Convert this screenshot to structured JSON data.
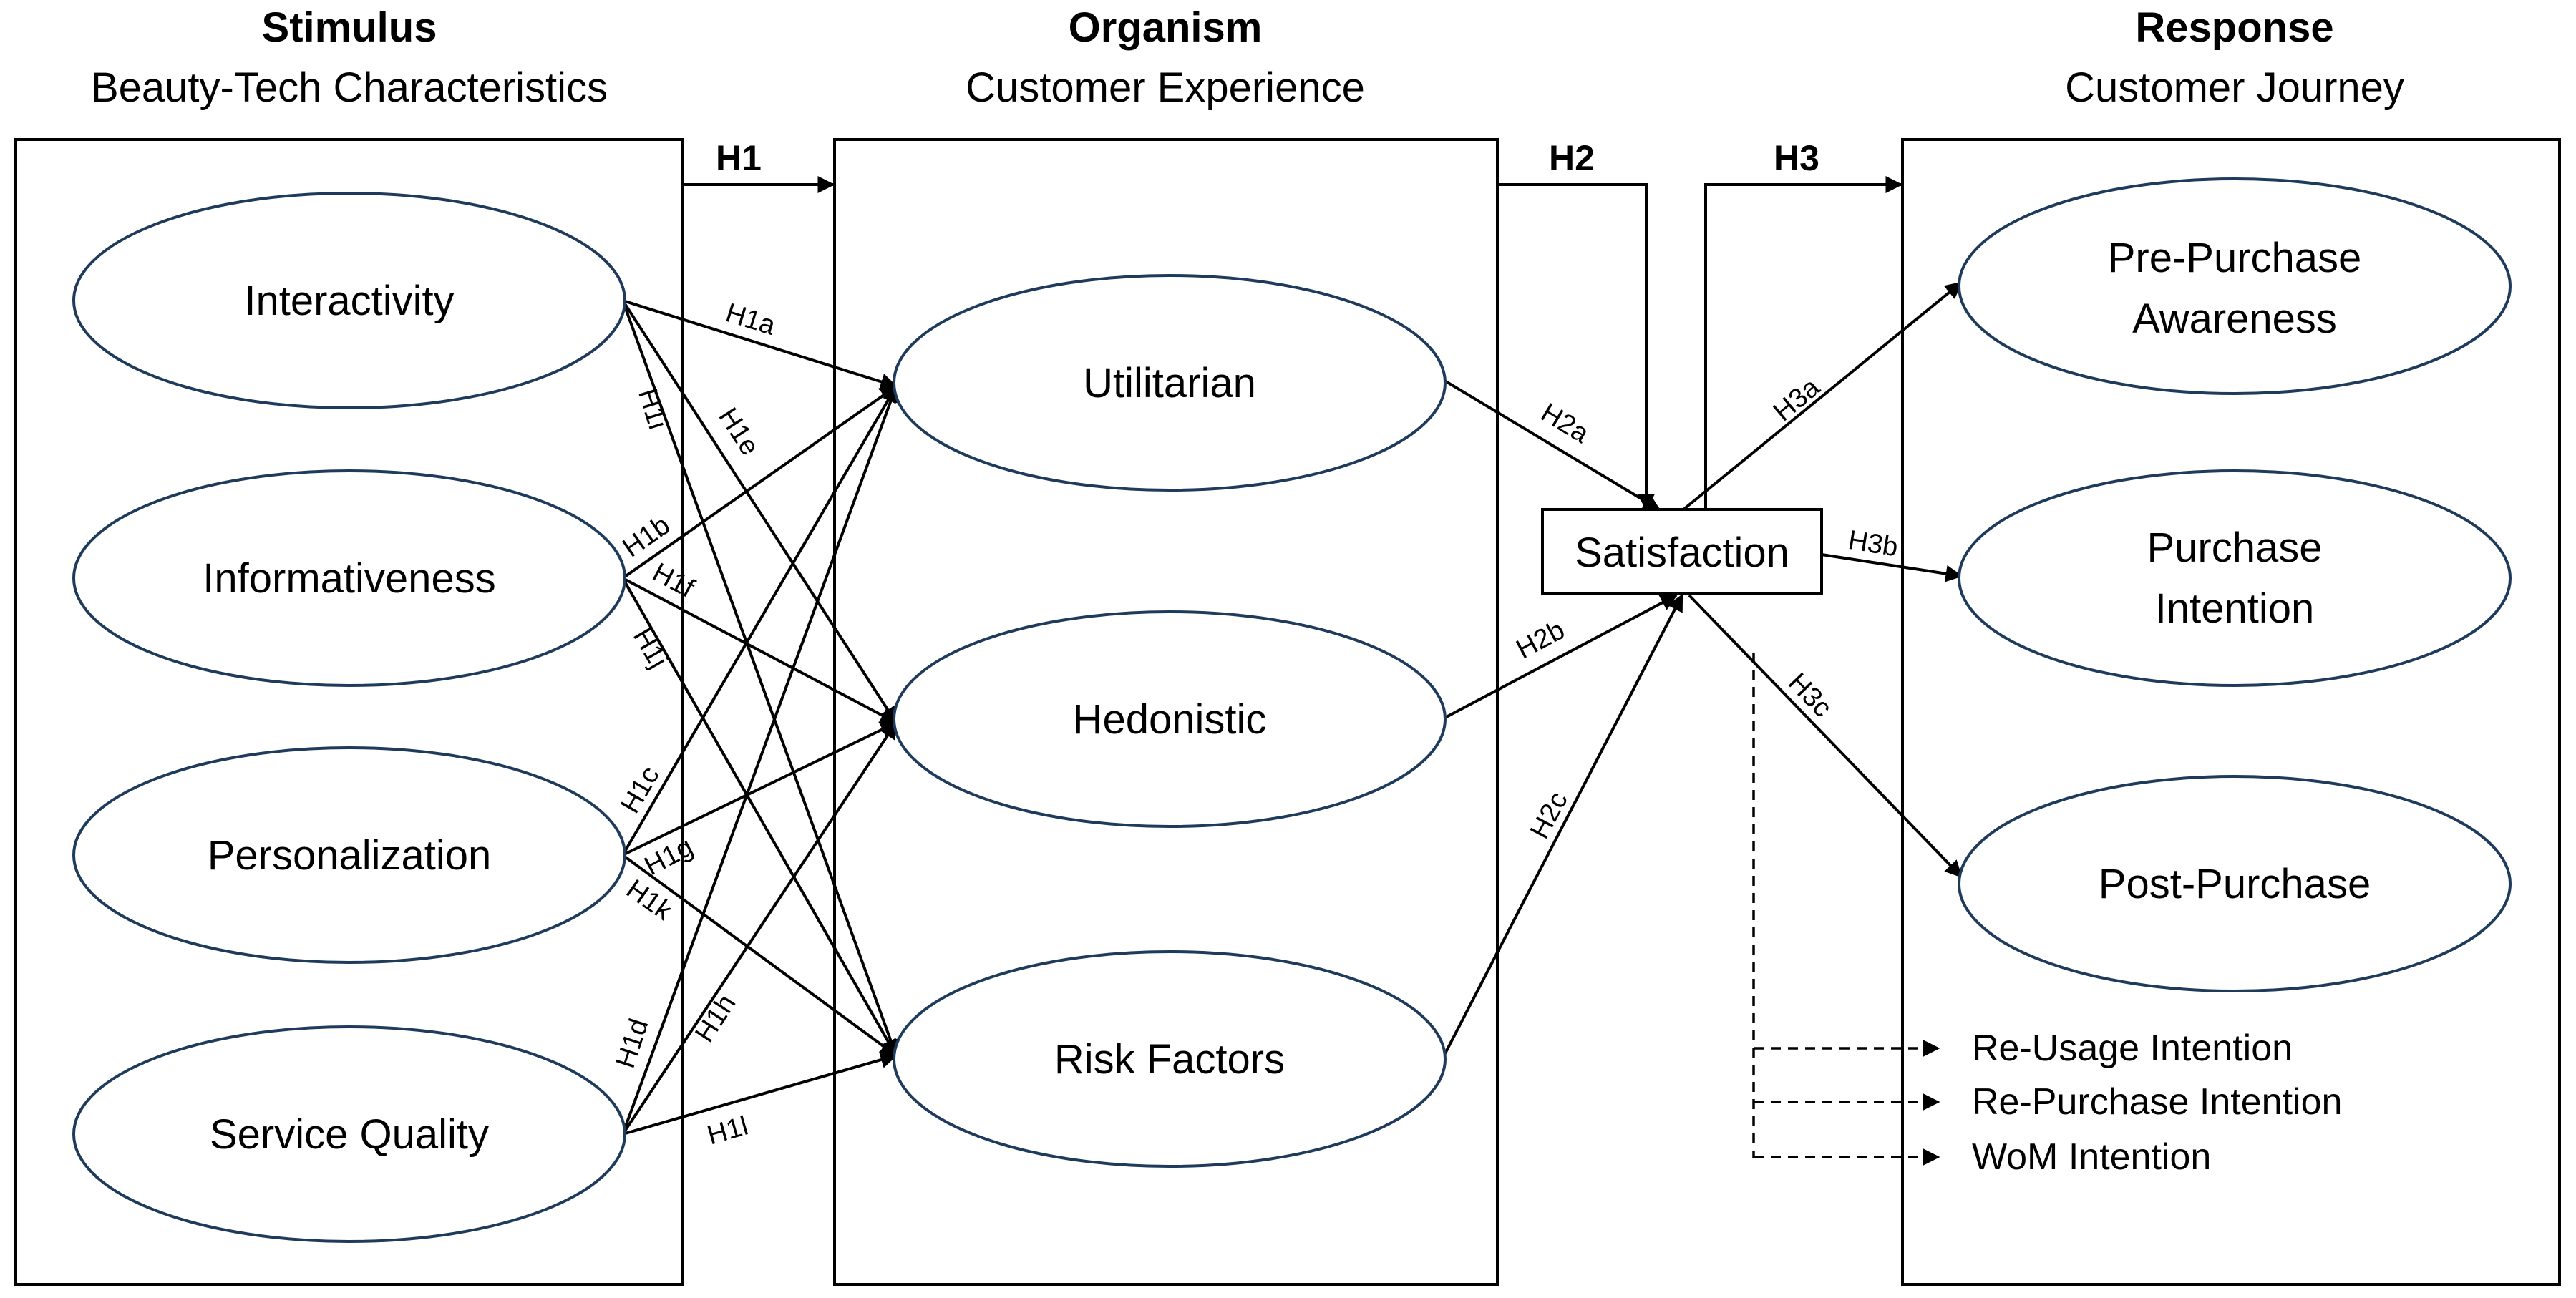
{
  "columns": {
    "stimulus": {
      "title": "Stimulus",
      "subtitle": "Beauty-Tech Characteristics"
    },
    "organism": {
      "title": "Organism",
      "subtitle": "Customer Experience"
    },
    "response": {
      "title": "Response",
      "subtitle": "Customer Journey"
    }
  },
  "stimulus_nodes": {
    "interactivity": "Interactivity",
    "informativeness": "Informativeness",
    "personalization": "Personalization",
    "service_quality": "Service Quality"
  },
  "organism_nodes": {
    "utilitarian": "Utilitarian",
    "hedonistic": "Hedonistic",
    "risk_factors": "Risk Factors"
  },
  "satisfaction": "Satisfaction",
  "response_nodes": {
    "pre_purchase": [
      "Pre-Purchase",
      "Awareness"
    ],
    "purchase_intention": [
      "Purchase",
      "Intention"
    ],
    "post_purchase": "Post-Purchase"
  },
  "post_purchase_outcomes": [
    "Re-Usage Intention",
    "Re-Purchase Intention",
    "WoM Intention"
  ],
  "hypotheses": {
    "H1": "H1",
    "H2": "H2",
    "H3": "H3",
    "H1a": "H1a",
    "H1b": "H1b",
    "H1c": "H1c",
    "H1d": "H1d",
    "H1e": "H1e",
    "H1f": "H1f",
    "H1g": "H1g",
    "H1h": "H1h",
    "H1i": "H1i",
    "H1j": "H1j",
    "H1k": "H1k",
    "H1l": "H1l",
    "H2a": "H2a",
    "H2b": "H2b",
    "H2c": "H2c",
    "H3a": "H3a",
    "H3b": "H3b",
    "H3c": "H3c"
  },
  "colors": {
    "node_outline": "#1f3b5c",
    "line": "#000000"
  }
}
